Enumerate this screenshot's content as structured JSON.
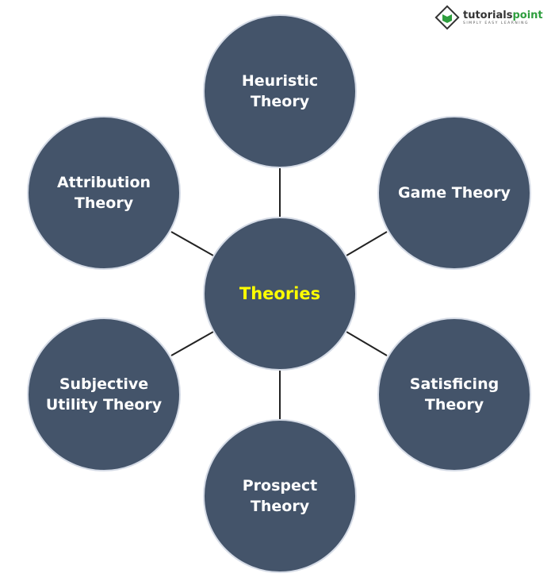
{
  "logo": {
    "name_a": "tutorials",
    "name_b": "point",
    "tagline": "SIMPLY EASY LEARNING"
  },
  "colors": {
    "node": "#44546a",
    "center_text": "#ffff00",
    "node_text": "#ffffff"
  },
  "center": {
    "label": "Theories"
  },
  "nodes": [
    {
      "label": "Heuristic Theory"
    },
    {
      "label": "Game Theory"
    },
    {
      "label": "Satisficing Theory"
    },
    {
      "label": "Prospect Theory"
    },
    {
      "label": "Subjective Utility Theory"
    },
    {
      "label": "Attribution Theory"
    }
  ]
}
